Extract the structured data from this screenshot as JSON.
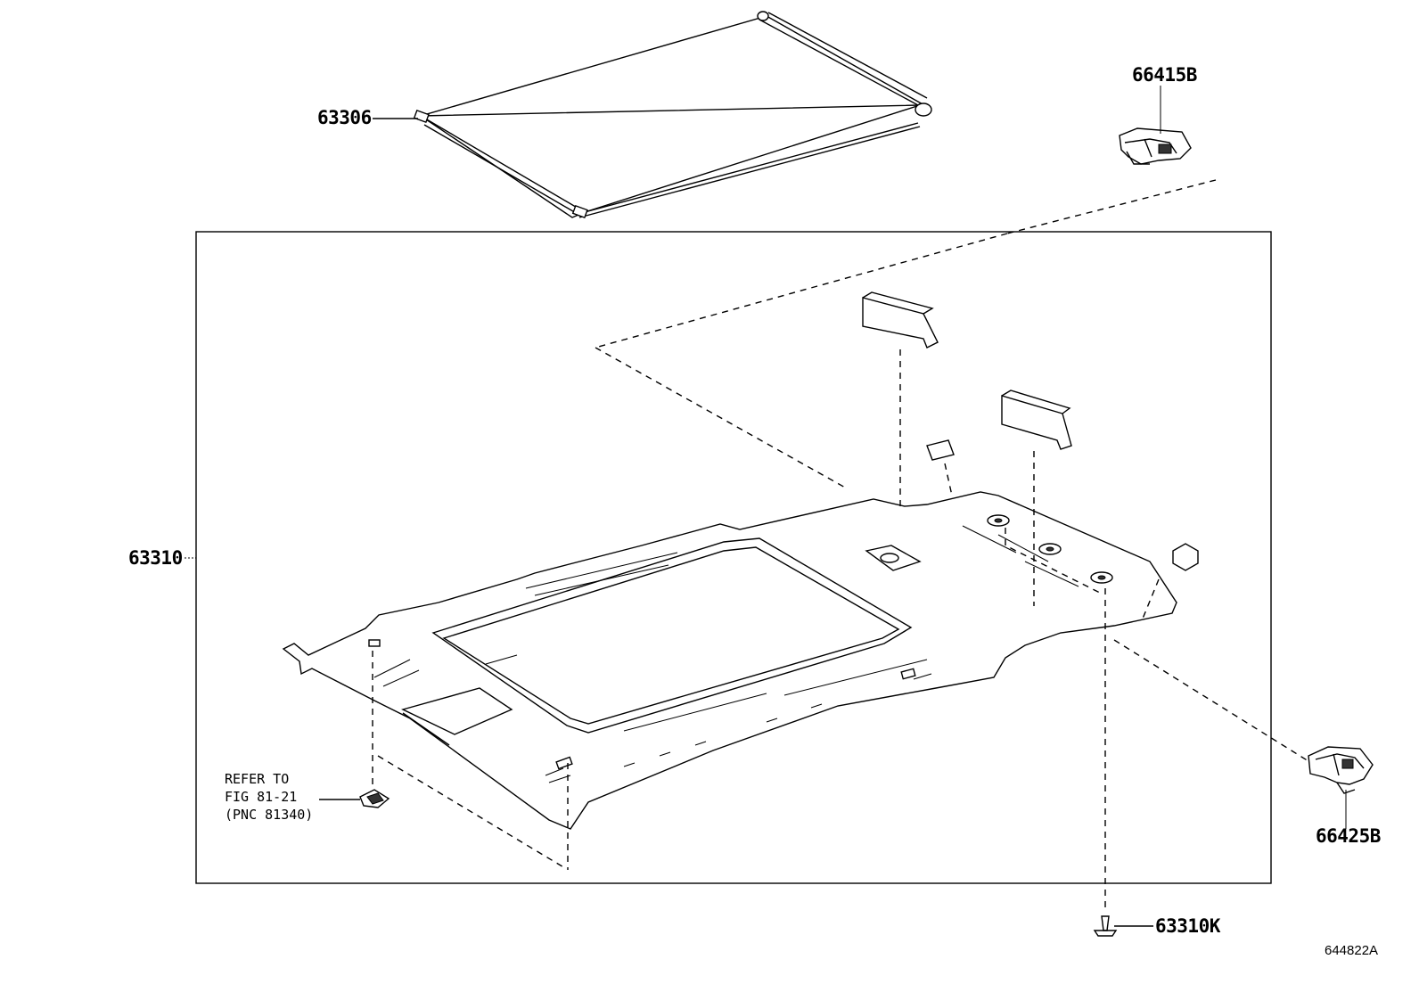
{
  "labels": {
    "p63306": "63306",
    "p66415b": "66415B",
    "p63310": "63310",
    "p66425b": "66425B",
    "p63310k": "63310K"
  },
  "note": {
    "line1": "REFER TO",
    "line2": "FIG 81-21",
    "line3": "(PNC 81340)"
  },
  "drawing_code": "644822A"
}
